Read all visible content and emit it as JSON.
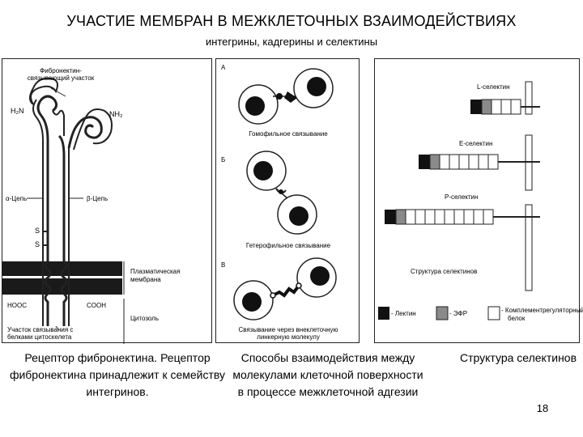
{
  "slide": {
    "title": "УЧАСТИЕ МЕМБРАН В МЕЖКЛЕТОЧНЫХ ВЗАИМОДЕЙСТВИЯХ",
    "subtitle": "интегрины, кадгерины и селектины",
    "number": "18"
  },
  "left_figure": {
    "site_label_1": "Фибронектин-",
    "site_label_2": "связывающий участок",
    "h2n": "H₂N",
    "nh2": "NH₂",
    "alpha_chain": "α-Цепь",
    "beta_chain": "β-Цепь",
    "s_top": "S",
    "s_bottom": "S",
    "membrane_1": "Плазматическая",
    "membrane_2": "мембрана",
    "cooh_left": "HOOC",
    "cooh_right": "COOH",
    "cytosol": "Цитозоль",
    "cytoskeleton_1": "Участок связывания с",
    "cytoskeleton_2": "белками цитоскелета"
  },
  "middle_figure": {
    "label_a": "А",
    "label_b": "Б",
    "label_c": "В",
    "homophilic": "Гомофильное связывание",
    "heterophilic": "Гетерофильное связывание",
    "linker_1": "Связывание через внеклеточную",
    "linker_2": "линкерную молекулу"
  },
  "right_figure": {
    "l_selectin": "L-селектин",
    "e_selectin": "E-селектин",
    "p_selectin": "P-селектин",
    "structure": "Структура селектинов",
    "legend_lectin": "- Лектин",
    "legend_efr": "- ЭФР",
    "legend_complement_1": "- Комплементрегуляторный",
    "legend_complement_2": "белок",
    "colors": {
      "lectin": "#111111",
      "efr": "#8a8a8a",
      "complement": "#ffffff"
    }
  },
  "captions": {
    "left": "Рецептор фибронектина. Рецептор фибронектина принадлежит к семейству интегринов.",
    "middle": "Способы взаимодействия между молекулами клеточной поверхности в процессе межклеточной адгезии",
    "right": "Структура селектинов"
  }
}
